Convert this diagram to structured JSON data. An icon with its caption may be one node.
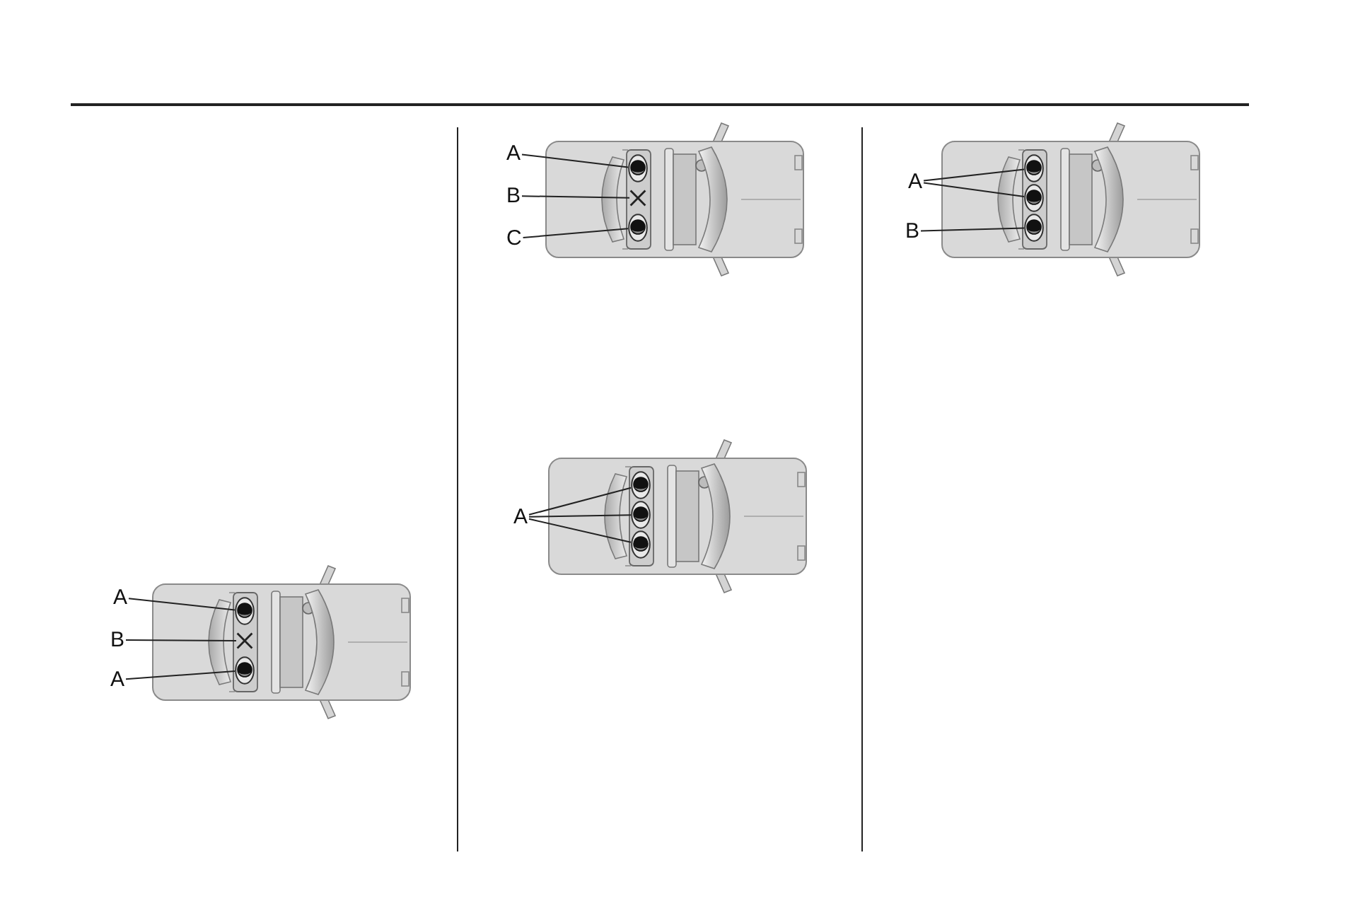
{
  "diagram": {
    "nodes": [
      {
        "text": [
          "A"
        ]
      },
      {
        "text": [
          "B"
        ]
      },
      {
        "text": [
          "A"
        ]
      },
      {
        "text": [],
        "shape": "person"
      },
      {
        "text": [],
        "shape": "cross"
      },
      {
        "text": [],
        "shape": "person"
      },
      {
        "text": [
          "A"
        ]
      },
      {
        "text": [
          "B"
        ]
      },
      {
        "text": [
          "C"
        ]
      },
      {
        "text": [],
        "shape": "person"
      },
      {
        "text": [],
        "shape": "cross"
      },
      {
        "text": [],
        "shape": "person"
      },
      {
        "text": [
          "A"
        ]
      },
      {
        "text": [],
        "shape": "person"
      },
      {
        "text": [],
        "shape": "person"
      },
      {
        "text": [],
        "shape": "person"
      },
      {
        "text": [
          "A"
        ]
      },
      {
        "text": [
          "B"
        ]
      },
      {
        "text": [],
        "shape": "person"
      },
      {
        "text": [],
        "shape": "person"
      },
      {
        "text": [],
        "shape": "person"
      }
    ],
    "edges": [
      {
        "from": 0,
        "to": 3,
        "arrow": "none"
      },
      {
        "from": 1,
        "to": 4,
        "arrow": "none"
      },
      {
        "from": 2,
        "to": 5,
        "arrow": "none"
      },
      {
        "from": 6,
        "to": 9,
        "arrow": "none"
      },
      {
        "from": 7,
        "to": 10,
        "arrow": "none"
      },
      {
        "from": 8,
        "to": 11,
        "arrow": "none"
      },
      {
        "from": 12,
        "to": 13,
        "arrow": "none"
      },
      {
        "from": 12,
        "to": 14,
        "arrow": "none"
      },
      {
        "from": 12,
        "to": 15,
        "arrow": "none"
      },
      {
        "from": 16,
        "to": 18,
        "arrow": "none"
      },
      {
        "from": 16,
        "to": 19,
        "arrow": "none"
      },
      {
        "from": 17,
        "to": 20,
        "arrow": "none"
      }
    ]
  }
}
